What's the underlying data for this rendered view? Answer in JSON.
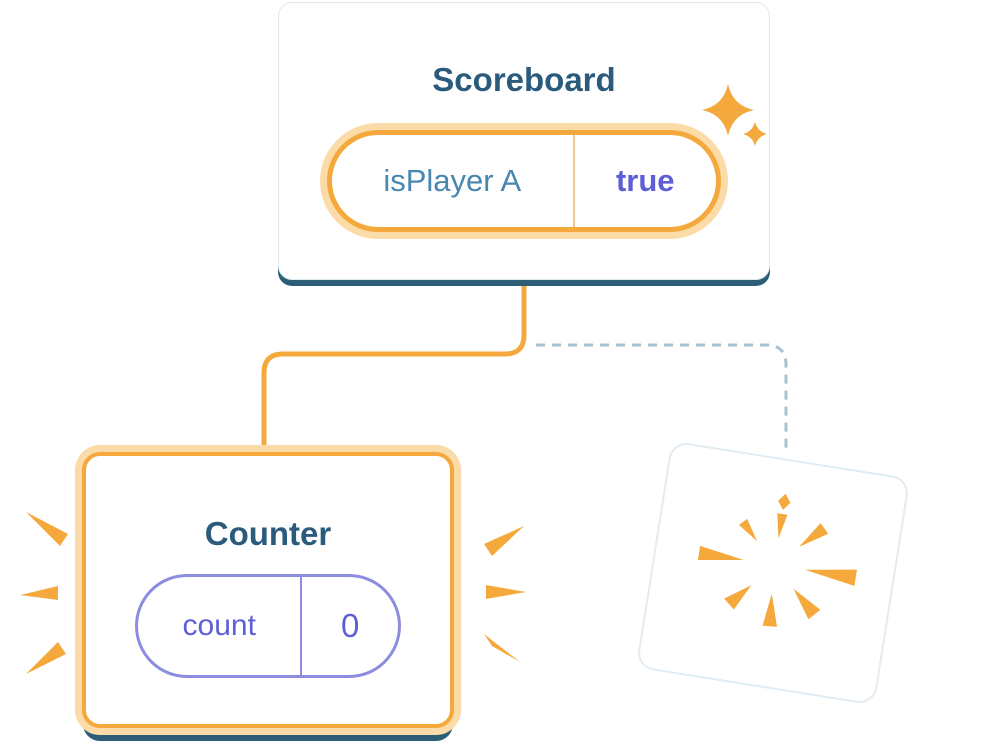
{
  "colors": {
    "background": "#FFFFFF",
    "orange": "#F5A93C",
    "orange_halo": "#FBDCA8",
    "orange_divider": "#F2C98C",
    "navy_title": "#2A5B7D",
    "state_key_blue": "#4787B0",
    "purple": "#5E5ED6",
    "purple_border": "#8C8CE0",
    "dashed_blue": "#A6C1D2",
    "card_border": "#DDE9F1",
    "card_shadow": "#2D5E78"
  },
  "scoreboard_card": {
    "title": "Scoreboard",
    "state_pill": {
      "key": "isPlayer A",
      "value": "true"
    }
  },
  "counter_card": {
    "title": "Counter",
    "state_pill": {
      "key": "count",
      "value": "0"
    }
  },
  "icons": {
    "sparkle": "sparkle-stars",
    "explosion": "burst-poof",
    "emphasis_marks": "orange-emphasis-dashes"
  }
}
